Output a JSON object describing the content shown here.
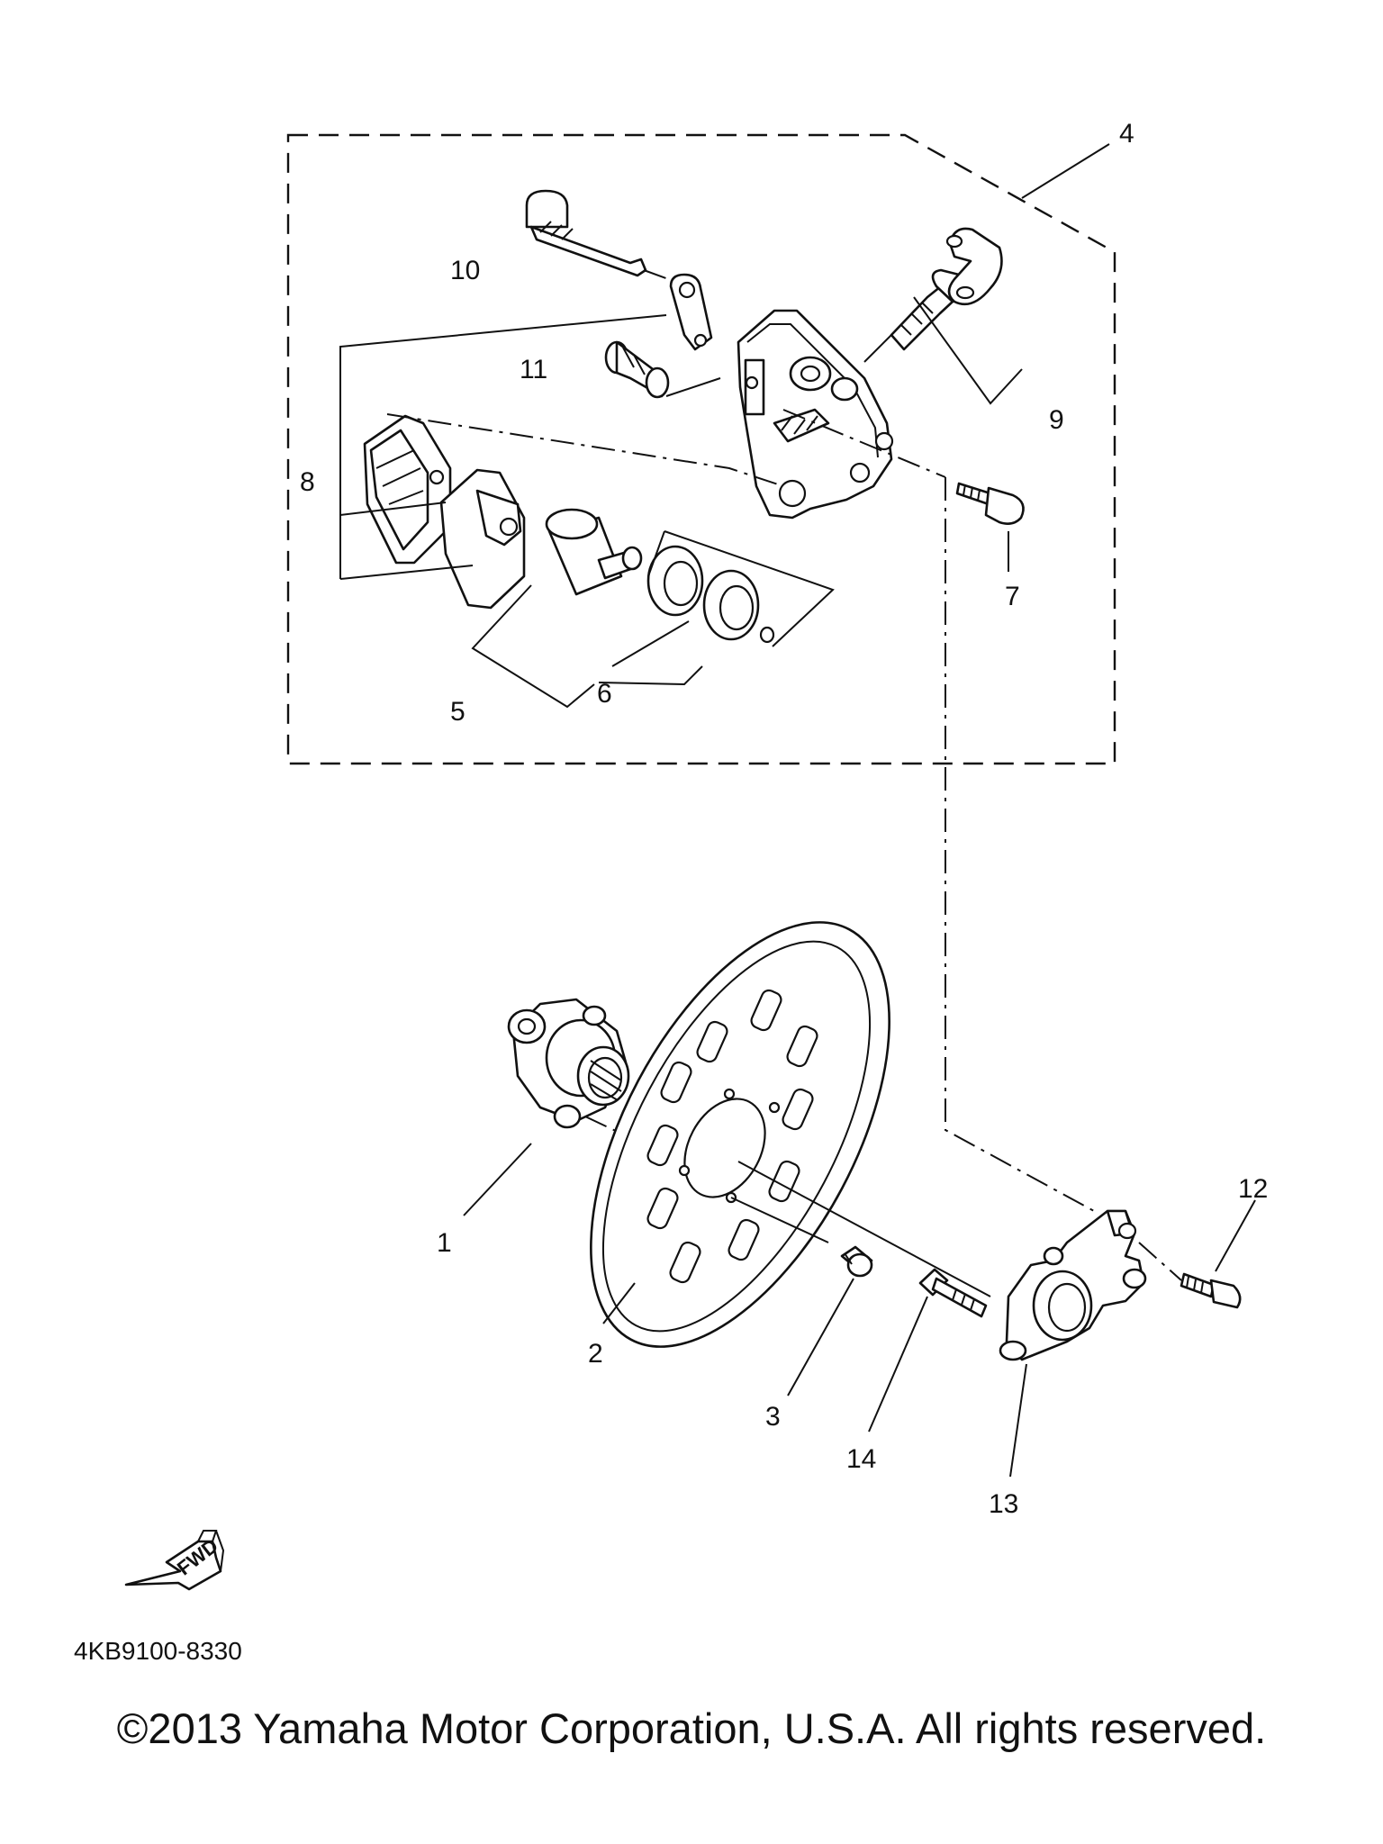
{
  "diagram": {
    "callouts": [
      "1",
      "2",
      "3",
      "4",
      "5",
      "6",
      "7",
      "8",
      "9",
      "10",
      "11",
      "12",
      "13",
      "14"
    ],
    "direction_marker": "FWD",
    "drawing_number": "4KB9100-8330"
  },
  "footer": {
    "copyright": "©2013 Yamaha Motor Corporation, U.S.A. All rights reserved."
  }
}
